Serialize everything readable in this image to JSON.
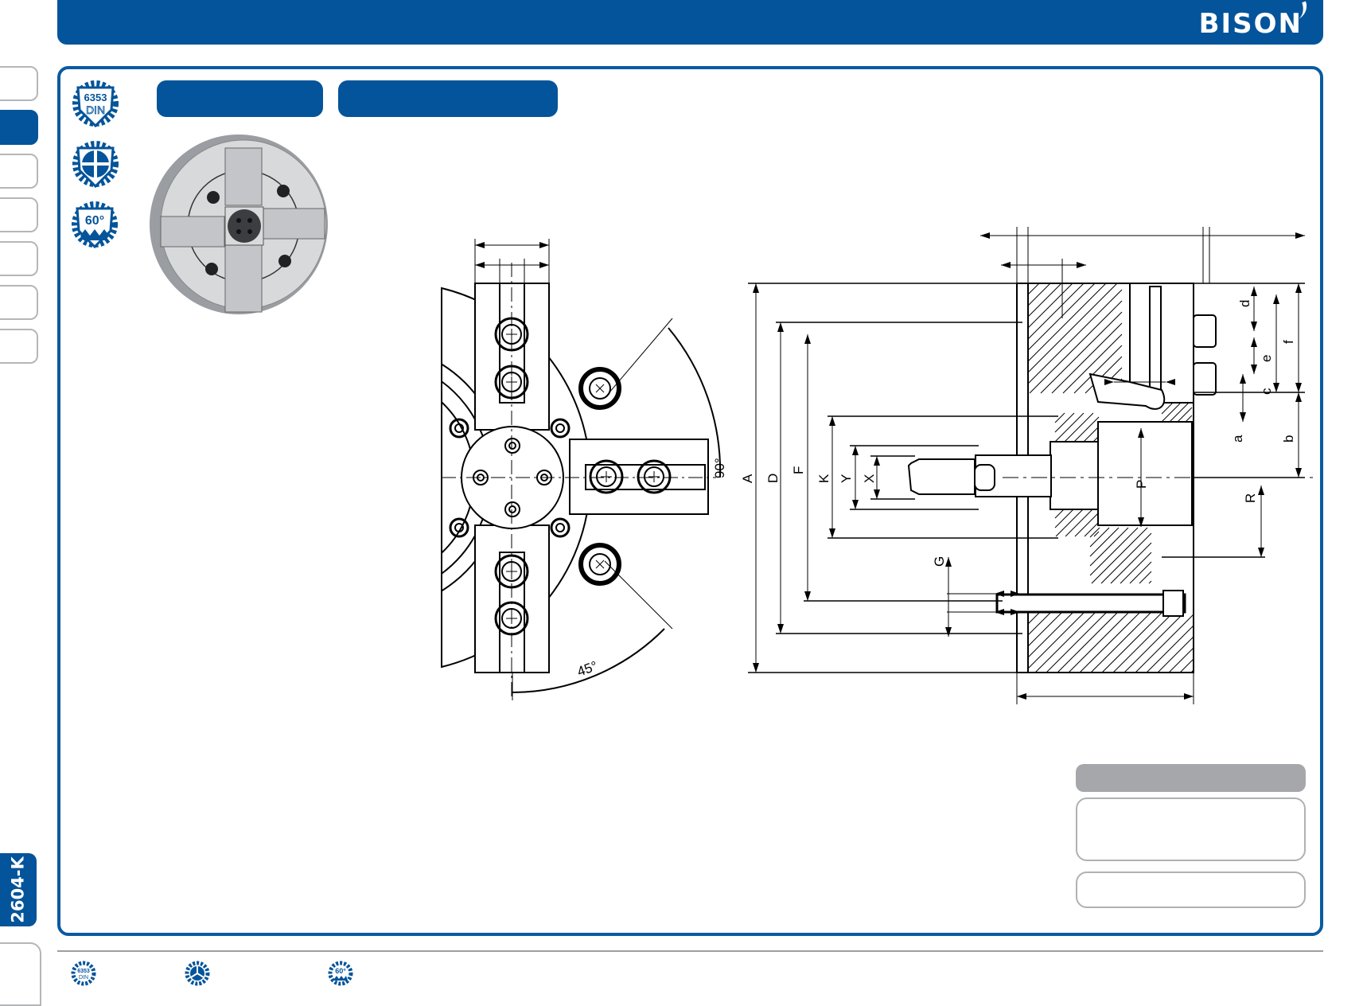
{
  "header": {
    "logo": "BISON"
  },
  "side_tabs": {
    "code_label": "2604-K",
    "count": 7,
    "active_index": 1
  },
  "badges": [
    {
      "icon": "din-6353-badge",
      "line1": "6353",
      "line2": "DIN"
    },
    {
      "icon": "four-jaw-badge"
    },
    {
      "icon": "60-degree-serration-badge",
      "line1": "60°"
    }
  ],
  "footer_badges": [
    {
      "icon": "din-6353-badge",
      "line1": "6353",
      "line2": "DIN"
    },
    {
      "icon": "three-jaw-badge"
    },
    {
      "icon": "60-degree-serration-badge",
      "line1": "60°"
    }
  ],
  "drawing": {
    "front_view": {
      "angle_90": "90°",
      "angle_45": "45°"
    },
    "side_view": {
      "A": "A",
      "D": "D",
      "F": "F",
      "K": "K",
      "Y": "Y",
      "X": "X",
      "P": "P",
      "G": "G",
      "R": "R",
      "a": "a",
      "b": "b",
      "c": "c",
      "d": "d",
      "e": "e",
      "f": "f"
    }
  },
  "colors": {
    "brand_blue": "#03549a",
    "gray": "#a6a7aa"
  }
}
